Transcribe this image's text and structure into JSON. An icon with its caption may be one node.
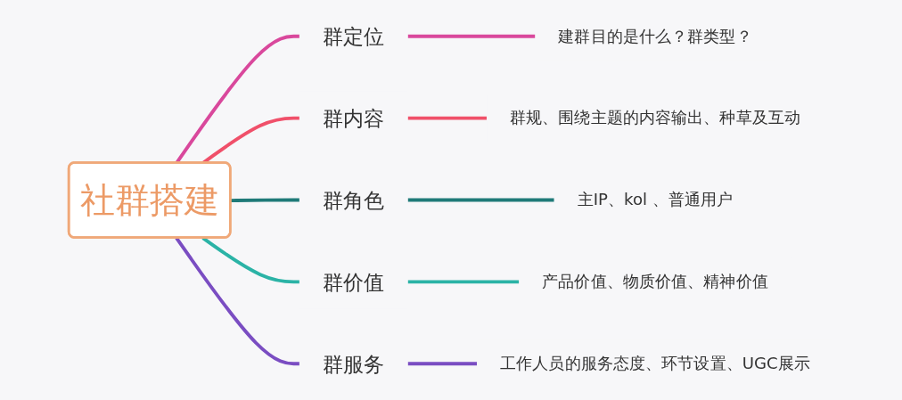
{
  "diagram": {
    "nodes": [
      {
        "text": [
          "社群搭建"
        ]
      },
      {
        "text": [
          "群定位"
        ]
      },
      {
        "text": [
          "建群目的是什么？群类型？"
        ]
      },
      {
        "text": [
          "群内容"
        ]
      },
      {
        "text": [
          "群规、围绕主题的内容输出、种草及互动"
        ]
      },
      {
        "text": [
          "群角色"
        ]
      },
      {
        "text": [
          "主IP、kol 、普通用户"
        ]
      },
      {
        "text": [
          "群价值"
        ]
      },
      {
        "text": [
          "产品价值、物质价值、精神价值"
        ]
      },
      {
        "text": [
          "群服务"
        ]
      },
      {
        "text": [
          "工作人员的服务态度、环节设置、UGC展示"
        ]
      }
    ],
    "edges": [
      {
        "from": 0,
        "to": 1,
        "arrow": "none",
        "color": "#d9489c"
      },
      {
        "from": 1,
        "to": 2,
        "arrow": "none",
        "color": "#d9489c"
      },
      {
        "from": 0,
        "to": 3,
        "arrow": "none",
        "color": "#f0506a"
      },
      {
        "from": 3,
        "to": 4,
        "arrow": "none",
        "color": "#f0506a"
      },
      {
        "from": 0,
        "to": 5,
        "arrow": "none",
        "color": "#1f7a78"
      },
      {
        "from": 5,
        "to": 6,
        "arrow": "none",
        "color": "#1f7a78"
      },
      {
        "from": 0,
        "to": 7,
        "arrow": "none",
        "color": "#2bb3a6"
      },
      {
        "from": 7,
        "to": 8,
        "arrow": "none",
        "color": "#2bb3a6"
      },
      {
        "from": 0,
        "to": 9,
        "arrow": "none",
        "color": "#7a4dc2"
      },
      {
        "from": 9,
        "to": 10,
        "arrow": "none",
        "color": "#7a4dc2"
      }
    ]
  }
}
